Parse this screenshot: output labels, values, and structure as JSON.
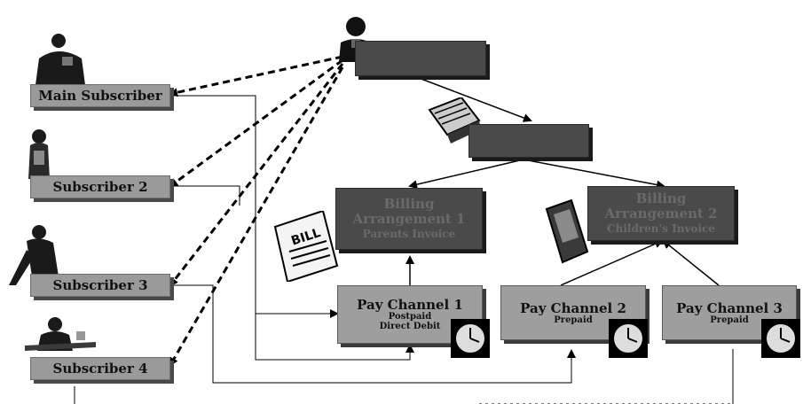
{
  "subscribers": [
    {
      "label": "Main Subscriber"
    },
    {
      "label": "Subscriber 2"
    },
    {
      "label": "Subscriber 3"
    },
    {
      "label": "Subscriber 4"
    }
  ],
  "account_box": {
    "label": ""
  },
  "invoice_box": {
    "label": ""
  },
  "billing_arrangements": [
    {
      "line1": "Billing",
      "line2": "Arrangement 1",
      "line3": "Parents Invoice"
    },
    {
      "line1": "Billing",
      "line2": "Arrangement 2",
      "line3": "Children's Invoice"
    }
  ],
  "pay_channels": [
    {
      "title": "Pay Channel 1",
      "line1": "Postpaid",
      "line2": "Direct Debit"
    },
    {
      "title": "Pay Channel 2",
      "line1": "Prepaid",
      "line2": ""
    },
    {
      "title": "Pay Channel 3",
      "line1": "Prepaid",
      "line2": ""
    }
  ],
  "bill_icon": {
    "text": "BILL"
  },
  "colors": {
    "subscriber_fill": "#9a9a9a",
    "dark_fill": "#4a4a4a",
    "pay_fill": "#9e9e9e",
    "line": "#000000"
  },
  "icons": [
    "person-phone-icon",
    "person-standing-icon",
    "person-reaching-icon",
    "person-desk-icon",
    "manager-icon",
    "fax-machine-icon",
    "bill-document-icon",
    "mobile-phone-icon",
    "clock-icon"
  ]
}
